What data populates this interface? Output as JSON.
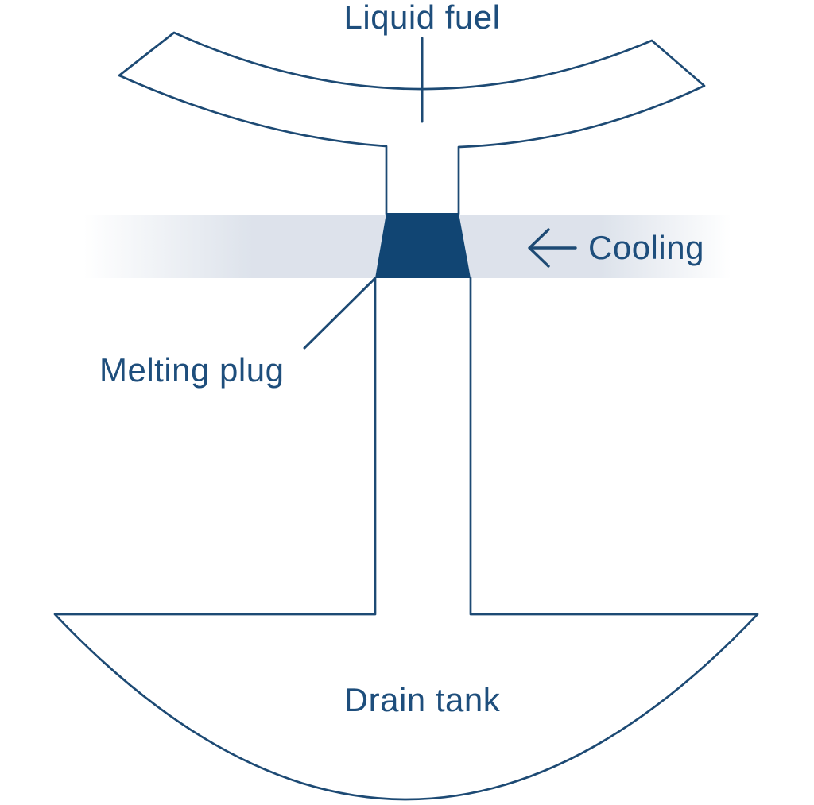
{
  "diagram": {
    "type": "schematic",
    "subject": "freeze-plug / melting plug safety system of a molten salt reactor",
    "labels": {
      "liquid_fuel": "Liquid fuel",
      "cooling": "Cooling",
      "melting_plug": "Melting plug",
      "drain_tank": "Drain tank"
    },
    "icons": {
      "cooling_arrow": "left-arrow"
    },
    "colors": {
      "background": "#ffffff",
      "line": "#1d4a74",
      "text": "#1e4e7c",
      "plug_fill": "#114573",
      "cooling_band": "#dbe1ea"
    }
  }
}
